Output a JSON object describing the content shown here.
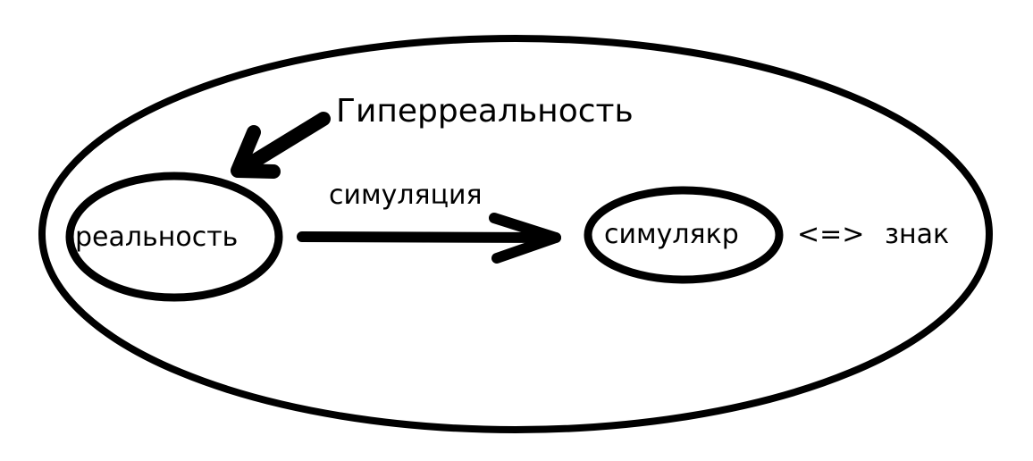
{
  "labels": {
    "hyperreality": "Гиперреальность",
    "reality": "реальность",
    "simulation": "симуляция",
    "simulacrum": "симулякр",
    "equivalence": "<=>",
    "sign": "знак"
  }
}
